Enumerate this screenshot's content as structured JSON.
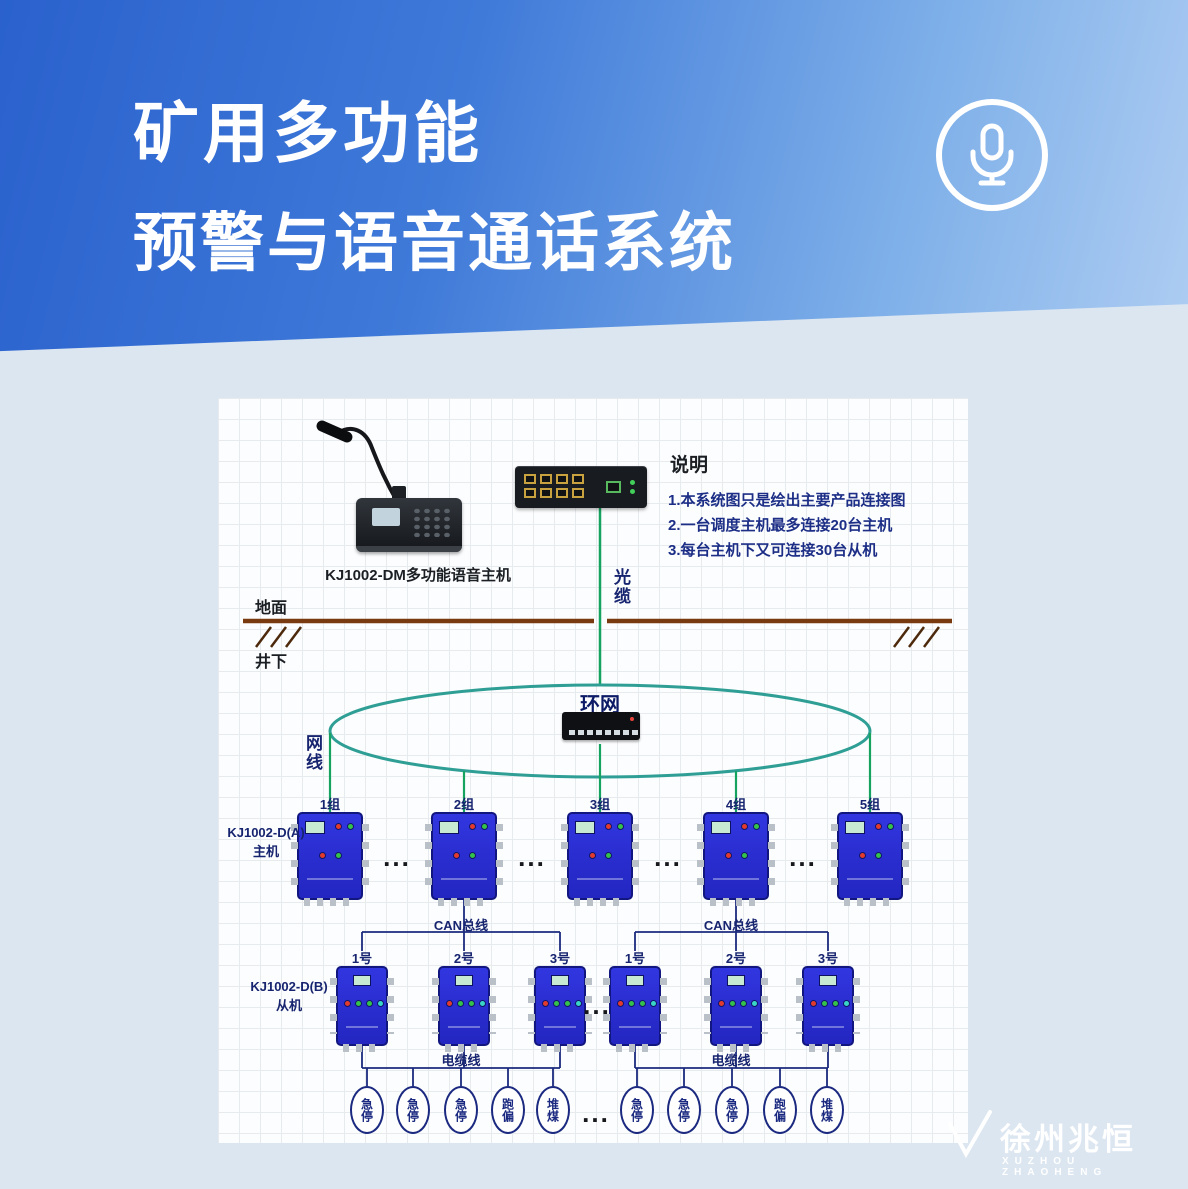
{
  "header": {
    "title_line1": "矿用多功能",
    "title_line2": "预警与语音通话系统"
  },
  "notes": {
    "title": "说明",
    "items": [
      "1.本系统图只是绘出主要产品连接图",
      "2.一台调度主机最多连接20台主机",
      "3.每台主机下又可连接30台从机"
    ]
  },
  "labels": {
    "console": "KJ1002-DM多功能语音主机",
    "optical_cable": "光缆",
    "surface": "地面",
    "underground": "井下",
    "ring": "环网",
    "net_cable": "网线",
    "host_model": "KJ1002-D(A)",
    "host_role": "主机",
    "slave_model": "KJ1002-D(B)",
    "slave_role": "从机",
    "can_bus_1": "CAN总线",
    "can_bus_2": "CAN总线",
    "cable_1": "电缆线",
    "cable_2": "电缆线",
    "dots": "..."
  },
  "groups": [
    "1组",
    "2组",
    "3组",
    "4组",
    "5组"
  ],
  "slaves_left": [
    "1号",
    "2号",
    "3号"
  ],
  "slaves_right": [
    "1号",
    "2号",
    "3号"
  ],
  "sensors_left": [
    "急停",
    "急停",
    "急停",
    "跑偏",
    "堆煤"
  ],
  "sensors_right": [
    "急停",
    "急停",
    "急停",
    "跑偏",
    "堆煤"
  ],
  "watermark": {
    "cn": "徐州兆恒",
    "en": "XUZHOU ZHAOHENG"
  },
  "colors": {
    "header_from": "#2a61cd",
    "header_to": "#aecdf2",
    "device_blue": "#2a2cd8",
    "line_green": "#16a35f",
    "ring_teal": "#2f9f95",
    "line_navy": "#1b2a7e",
    "ground_brown": "#7a3a10"
  }
}
